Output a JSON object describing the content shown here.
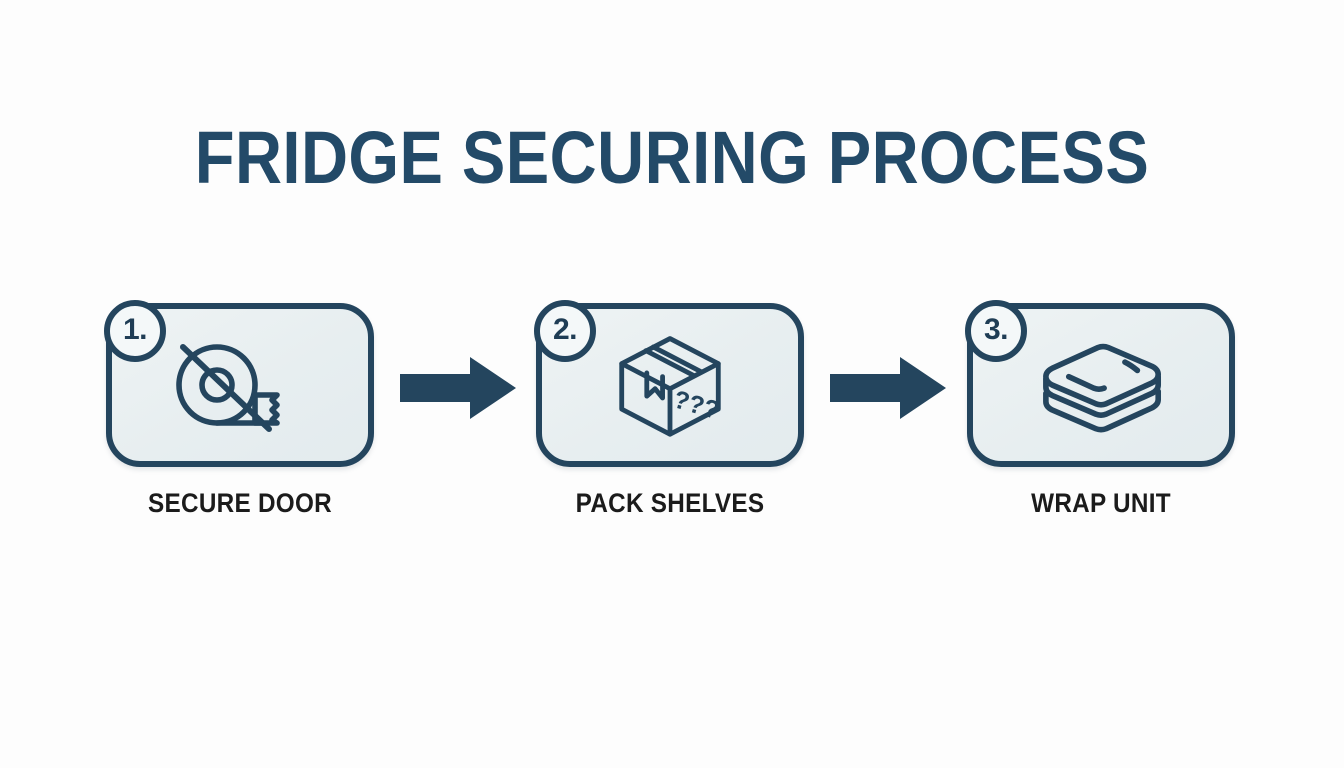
{
  "page": {
    "title": "FRIDGE SECURING PROCESS",
    "background_color": "#fdfdfd",
    "accent_color": "#24455e",
    "title_color": "#234a68",
    "card_fill_color": "#eaf1f3",
    "label_color": "#1b1b1b"
  },
  "steps": [
    {
      "number": "1.",
      "label": "SECURE DOOR",
      "icon": "tape-roll-icon"
    },
    {
      "number": "2.",
      "label": "PACK SHELVES",
      "icon": "cardboard-box-icon",
      "icon_text": "???"
    },
    {
      "number": "3.",
      "label": "WRAP UNIT",
      "icon": "blanket-stack-icon"
    }
  ],
  "connectors": [
    {
      "name": "arrow-1",
      "direction": "right"
    },
    {
      "name": "arrow-2",
      "direction": "right"
    }
  ]
}
